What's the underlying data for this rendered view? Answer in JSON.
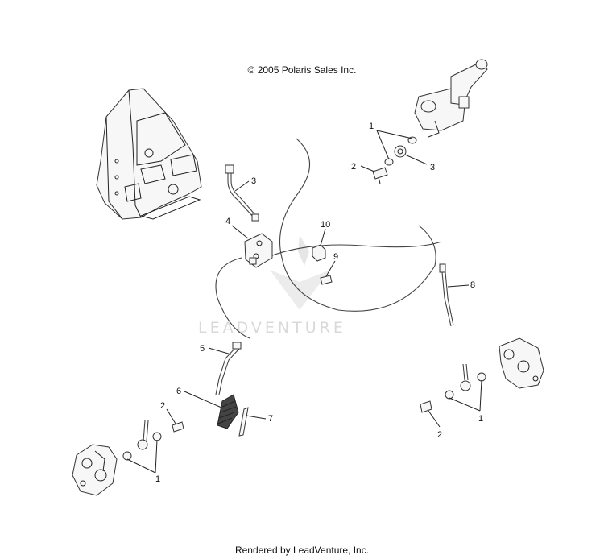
{
  "header": {
    "copyright": "© 2005 Polaris Sales Inc."
  },
  "footer": {
    "rendered_by": "Rendered by LeadVenture, Inc."
  },
  "watermark": {
    "text": "LEADVENTURE"
  },
  "callouts": {
    "c1_top": "1",
    "c2_top": "2",
    "c3_top": "3",
    "c3_hose": "3",
    "c4": "4",
    "c10": "10",
    "c9": "9",
    "c8": "8",
    "c5": "5",
    "c6": "6",
    "c7": "7",
    "c2_left": "2",
    "c1_left": "1",
    "c1_right": "1",
    "c2_right": "2"
  },
  "colors": {
    "line": "#222222",
    "watermark": "#d9d9d9"
  }
}
